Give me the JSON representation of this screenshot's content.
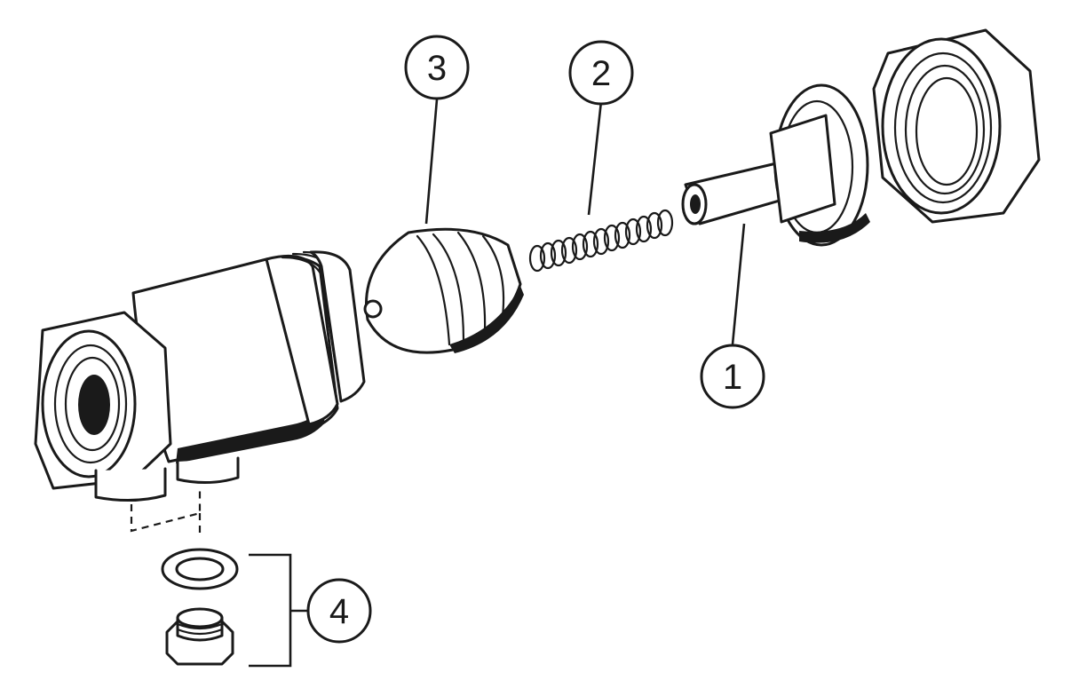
{
  "callouts": [
    {
      "id": "1",
      "label": "1"
    },
    {
      "id": "2",
      "label": "2"
    },
    {
      "id": "3",
      "label": "3"
    },
    {
      "id": "4",
      "label": "4"
    }
  ],
  "colors": {
    "ink": "#1a1a1a",
    "background": "#ffffff"
  }
}
